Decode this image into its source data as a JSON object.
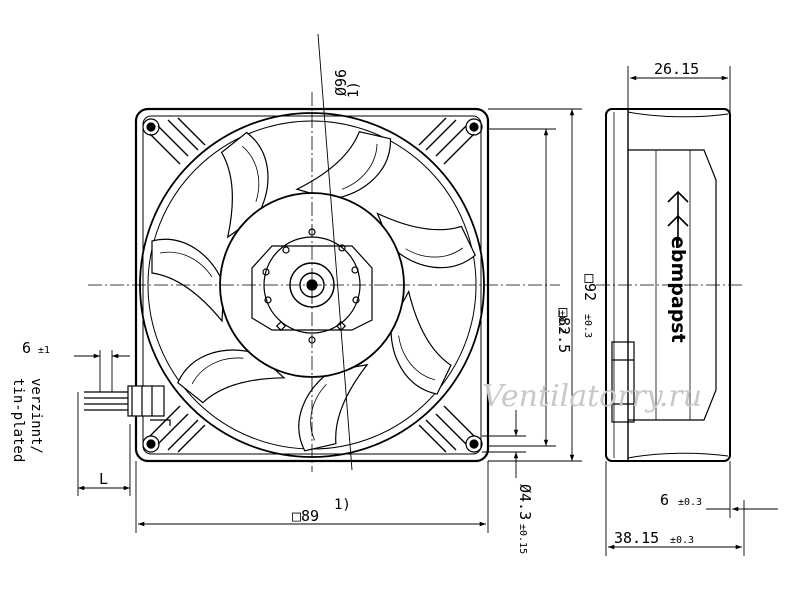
{
  "dimensions": {
    "depth": "26.15",
    "diameter": "Ø96",
    "diameter_note": "1)",
    "inner_square": "□82.5",
    "inner_square_tol": "±0.2",
    "outer_square": "□92",
    "outer_square_tol": "±0.3",
    "width": "□89",
    "width_note": "1)",
    "hole": "Ø4.3",
    "hole_tol": "±0.15",
    "lead_offset": "6",
    "lead_offset_tol": "±1",
    "lead_length": "L",
    "side_offset": "6",
    "side_offset_tol": "±0.3",
    "total_depth": "38.15",
    "total_depth_tol": "±0.3"
  },
  "notes": {
    "plating_line1": "verzinnt/",
    "plating_line2": "tin-plated"
  },
  "brand": "ebmpapst",
  "watermark": "Ventilatorry.ru"
}
